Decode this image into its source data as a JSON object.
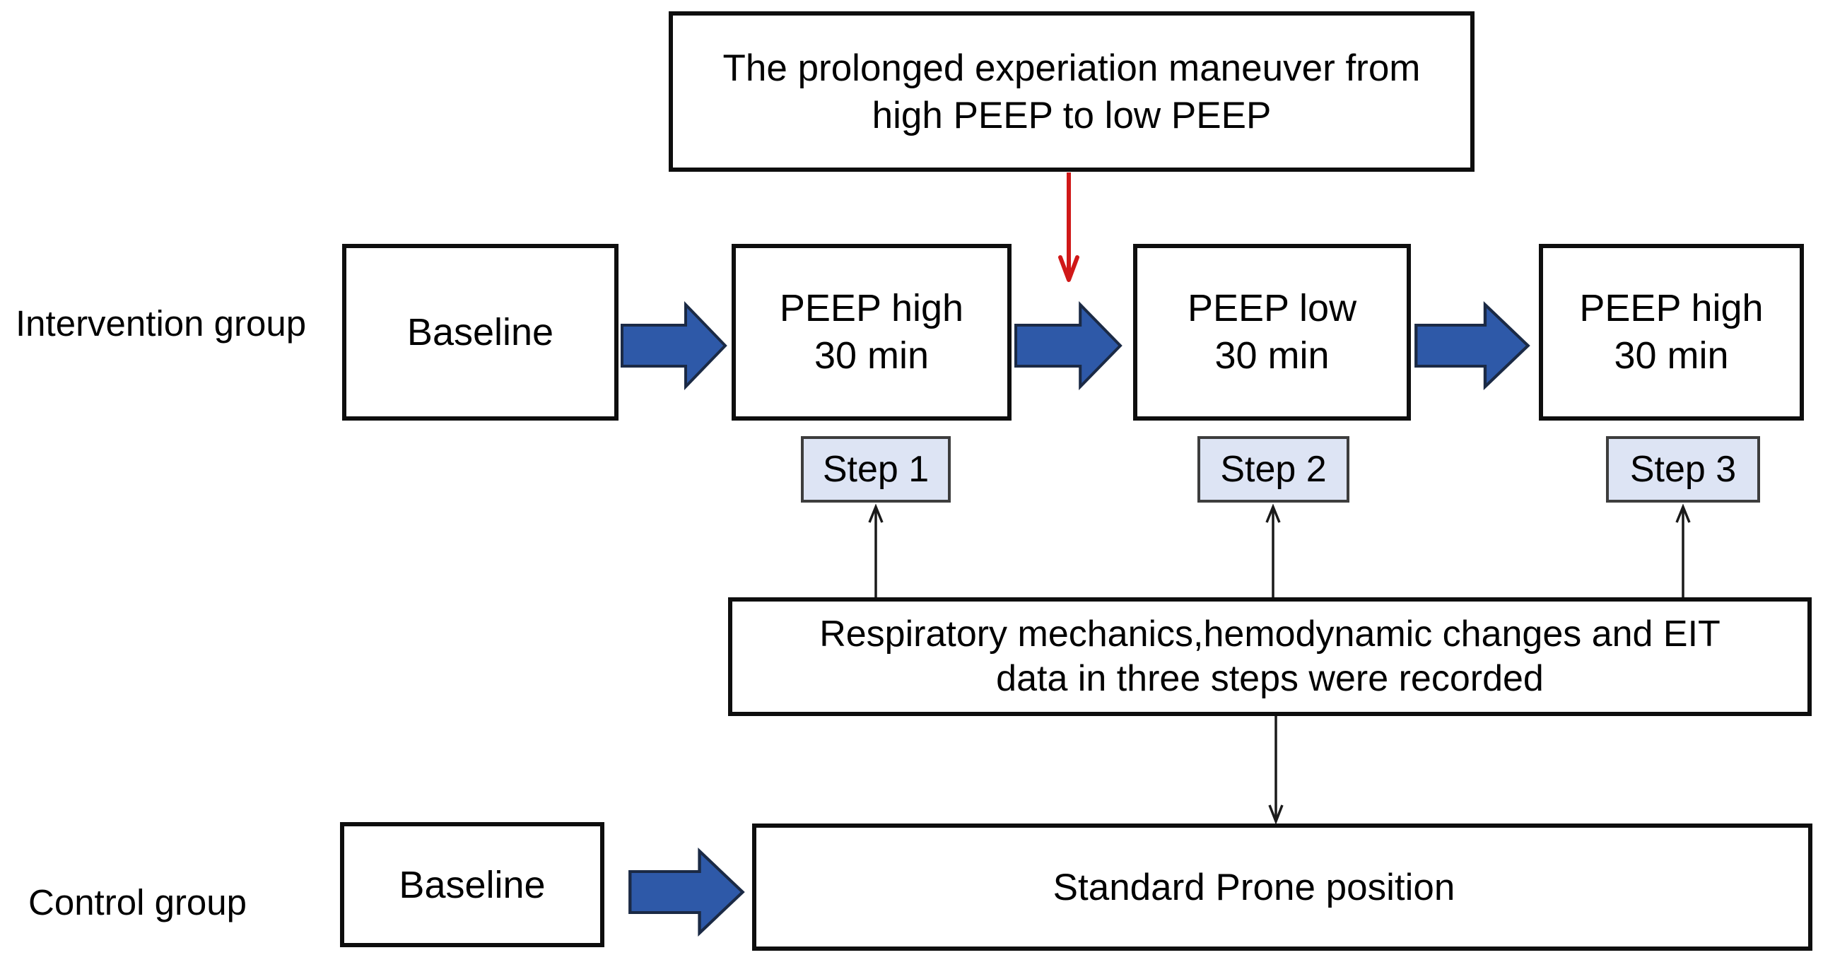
{
  "top_note": {
    "text": "The prolonged experiation maneuver from\nhigh PEEP to low PEEP"
  },
  "intervention": {
    "group_label": "Intervention group",
    "baseline": "Baseline",
    "phase1": "PEEP high\n30 min",
    "phase2": "PEEP low\n30 min",
    "phase3": "PEEP high\n30 min"
  },
  "steps": [
    {
      "label": "Step 1"
    },
    {
      "label": "Step 2"
    },
    {
      "label": "Step 3"
    }
  ],
  "recording_note": {
    "text": "Respiratory mechanics,hemodynamic changes and EIT\ndata in three steps were recorded"
  },
  "control": {
    "group_label": "Control group",
    "baseline": "Baseline",
    "main_box": "Standard Prone position"
  },
  "colors": {
    "arrow_blue": "#2e59a8",
    "arrow_blue_outline": "#1b2a45",
    "arrow_red": "#d01818",
    "thin_arrow": "#1a1a1a",
    "step_fill": "#dde4f4",
    "step_border": "#3d3d3d",
    "box_border": "#0e0e0e"
  }
}
